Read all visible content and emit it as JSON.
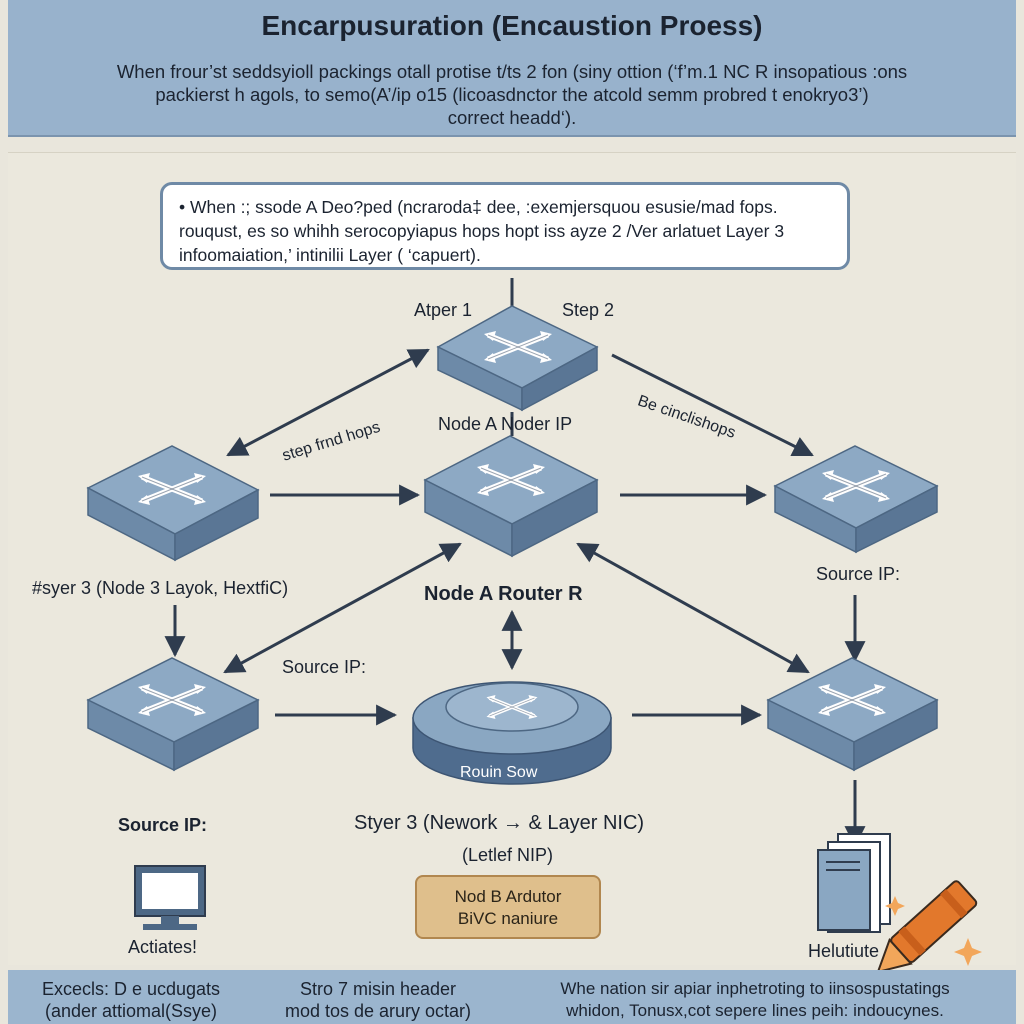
{
  "header": {
    "title": "Encarpusuration (Encaustion Proess)",
    "line1": "When frour’st seddsyioll packings otall protise t/ts 2 fon (siny ottion (‘f’m.1 NC R insopatious :ons",
    "line2": "packierst h agols, to semo(A’/ip o15 (licoasdnctor the atcold semm probred t enokryo3’)",
    "line3": "correct headd‘)."
  },
  "callout": {
    "line1": "• When :; ssode A Deo?ped (ncraroda‡ dee, :exemjersquou esusie/mad fops.",
    "line2": "rouqust, es so whihh serocopyiapus hops hopt iss ayze 2 /Ver arlatuet Layer 3",
    "line3": "infoomaiation,’ intinilii Layer ( ‘capuert)."
  },
  "labels": {
    "step1": "Atper 1",
    "step2": "Step 2",
    "step_frnd_hops": "step frnd hops",
    "be_cinclishops": "Be cinclishops",
    "node_a_noder_ip": "Node A  Noder IP",
    "syer3_node3": "#syer 3 (Node 3  Layok, HextfiC)",
    "node_a_router_r": "Node A  Router R",
    "source_ip_right": "Source IP:",
    "source_ip_mid": "Source IP:",
    "source_ip_left": "Source IP:",
    "router_name": "Rouin Sow",
    "styer3_network": "Styer 3 (Nework → & Layer NIC)",
    "letlef_nip": "(Letlef NIP)",
    "actiates": "Actiates!",
    "helutiute": "Helutiute"
  },
  "note": {
    "line1": "Nod B Ardutor",
    "line2": "BiVC naniure"
  },
  "footer": {
    "left_line1": "Excecls: D e ucdugats",
    "left_line2": "(ander  attiomal(Ssye)",
    "mid_line1": "Stro 7  misin header",
    "mid_line2": "mod tos de arury octar)",
    "right_line1": "Whe nation sir apiar inphetroting to iinsospustatings",
    "right_line2": "whidon, Tonusx,cot sepere lines peih:  indoucynes."
  },
  "colors": {
    "header_bg": "#98b2cc",
    "panel_bg": "#ebe8dd",
    "switch_top": "#8da9c4",
    "switch_front": "#6d8aa8",
    "switch_side": "#5a7695",
    "arrow": "#2f3c4e",
    "note_bg": "#dfbf8c",
    "crayon": "#e2782c"
  },
  "icons": {
    "switch": "switch-cross-arrows-icon",
    "router": "router-cylinder-icon",
    "computer": "monitor-icon",
    "server": "server-documents-icon",
    "crayon": "crayon-icon"
  }
}
